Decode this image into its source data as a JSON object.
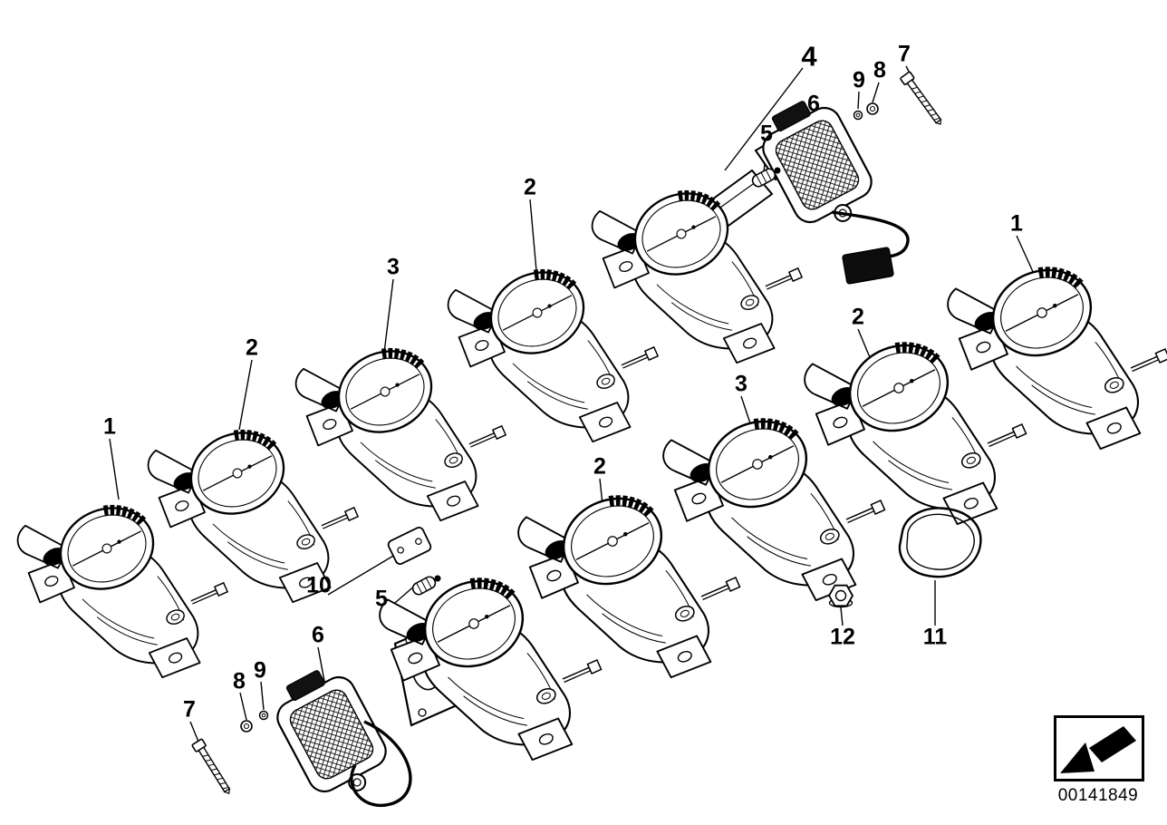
{
  "callouts": {
    "row1_unit1": "1",
    "row1_unit2": "2",
    "row1_unit3": "3",
    "row1_unit4": "2",
    "actuator_assembly": "4",
    "spring_top": "5",
    "motor_top": "6",
    "washer_small_top": "9",
    "washer_large_top": "8",
    "screw_top": "7",
    "row1_right_unit": "1",
    "row2_unit_right": "2",
    "row2_unit_mid": "3",
    "row2_unit_left": "2",
    "cover_plate": "10",
    "spring_bottom": "5",
    "motor_bottom": "6",
    "washer_large_bottom": "8",
    "washer_small_bottom": "9",
    "screw_bottom": "7",
    "hex_nut": "12",
    "gasket": "11"
  },
  "footer": {
    "catalog_number": "00141849"
  },
  "icons": {
    "logo": "arrow-down-left-icon"
  }
}
